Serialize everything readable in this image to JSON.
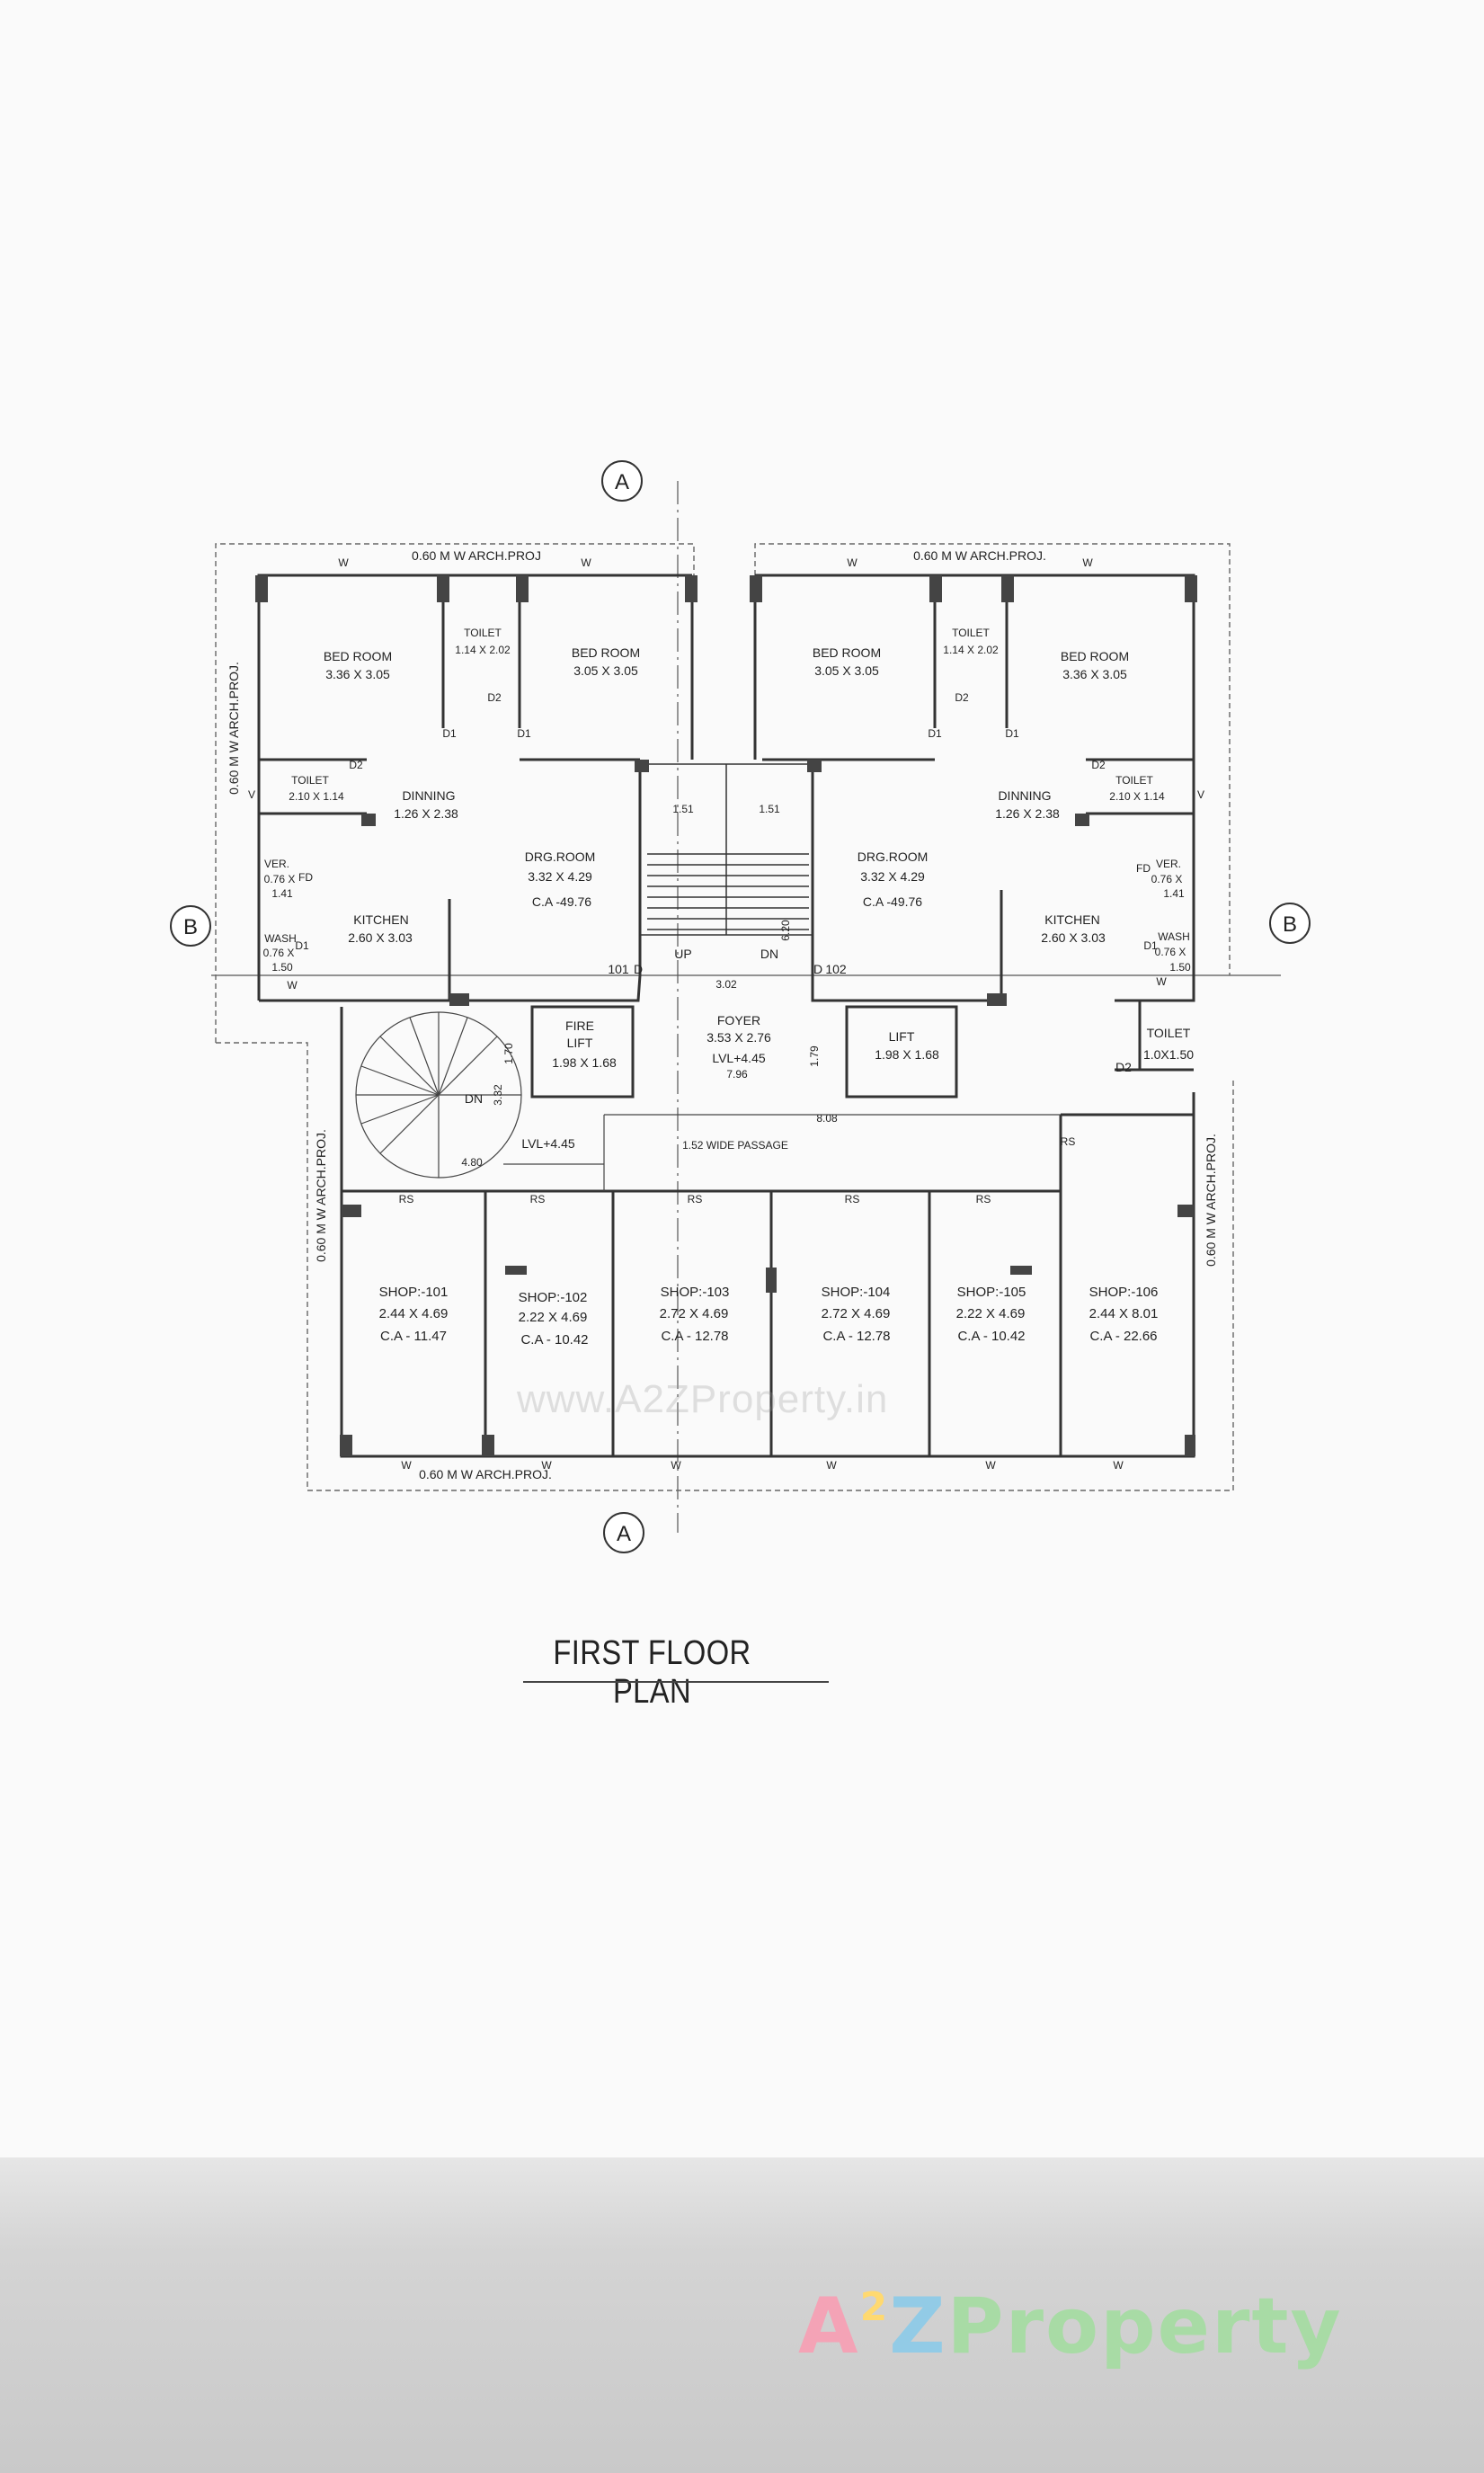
{
  "markers": {
    "section_a": "A",
    "section_b": "B"
  },
  "projections": {
    "top_left": "0.60 M W ARCH.PROJ",
    "top_right": "0.60 M W ARCH.PROJ.",
    "left_upper": "0.60 M W ARCH.PROJ.",
    "left_lower": "0.60 M W ARCH.PROJ.",
    "right_lower": "0.60 M W ARCH.PROJ.",
    "bottom": "0.60 M W ARCH.PROJ."
  },
  "flat_101": {
    "bed1_name": "BED ROOM",
    "bed1_size": "3.36 X 3.05",
    "toilet1_name": "TOILET",
    "toilet1_size": "1.14 X 2.02",
    "bed2_name": "BED ROOM",
    "bed2_size": "3.05 X 3.05",
    "toilet2_name": "TOILET",
    "toilet2_size": "2.10 X 1.14",
    "dining_name": "DINNING",
    "dining_size": "1.26 X 2.38",
    "drg_name": "DRG.ROOM",
    "drg_size": "3.32 X 4.29",
    "drg_ca": "C.A -49.76",
    "ver_name": "VER.",
    "ver_size1": "0.76 X",
    "ver_size2": "1.41",
    "kitchen_name": "KITCHEN",
    "kitchen_size": "2.60 X 3.03",
    "wash_name": "WASH",
    "wash_size1": "0.76 X",
    "wash_size2": "1.50",
    "flat_no": "101"
  },
  "flat_102": {
    "bed1_name": "BED ROOM",
    "bed1_size": "3.05 X 3.05",
    "toilet1_name": "TOILET",
    "toilet1_size": "1.14 X 2.02",
    "bed2_name": "BED ROOM",
    "bed2_size": "3.36 X 3.05",
    "toilet2_name": "TOILET",
    "toilet2_size": "2.10 X 1.14",
    "dining_name": "DINNING",
    "dining_size": "1.26 X 2.38",
    "drg_name": "DRG.ROOM",
    "drg_size": "3.32 X 4.29",
    "drg_ca": "C.A -49.76",
    "ver_name": "VER.",
    "ver_size1": "0.76 X",
    "ver_size2": "1.41",
    "kitchen_name": "KITCHEN",
    "kitchen_size": "2.60 X 3.03",
    "wash_name": "WASH",
    "wash_size1": "0.76 X",
    "wash_size2": "1.50",
    "flat_no": "102"
  },
  "core": {
    "stair_w1": "1.51",
    "stair_w2": "1.51",
    "stair_len": "6.20",
    "up": "UP",
    "dn": "DN",
    "width": "3.02",
    "foyer_name": "FOYER",
    "foyer_size": "3.53 X 2.76",
    "foyer_lvl": "LVL+4.45",
    "foyer_width": "7.96",
    "fire_lift_1": "FIRE",
    "fire_lift_2": "LIFT",
    "fire_lift_size": "1.98 X 1.68",
    "lift_name": "LIFT",
    "lift_size": "1.98 X 1.68",
    "dim_179": "1.79",
    "dim_170": "1.70",
    "toilet_name": "TOILET",
    "toilet_size": "1.0X1.50",
    "spiral_dn": "DN",
    "dim_332": "3.32",
    "lvl": "LVL+4.45",
    "dim_480": "4.80",
    "passage": "1.52  WIDE PASSAGE",
    "dim_808": "8.08",
    "rs": "RS"
  },
  "shops": [
    {
      "name": "SHOP:-101",
      "size": "2.44 X 4.69",
      "ca": "C.A - 11.47"
    },
    {
      "name": "SHOP:-102",
      "size": "2.22 X 4.69",
      "ca": "C.A - 10.42"
    },
    {
      "name": "SHOP:-103",
      "size": "2.72 X 4.69",
      "ca": "C.A - 12.78"
    },
    {
      "name": "SHOP:-104",
      "size": "2.72 X 4.69",
      "ca": "C.A - 12.78"
    },
    {
      "name": "SHOP:-105",
      "size": "2.22 X 4.69",
      "ca": "C.A - 10.42"
    },
    {
      "name": "SHOP:-106",
      "size": "2.44 X 8.01",
      "ca": "C.A - 22.66"
    }
  ],
  "symbols": {
    "w": "W",
    "v": "V",
    "d1": "D1",
    "d2": "D2",
    "d": "D",
    "fd": "FD",
    "rs": "RS"
  },
  "title": "FIRST FLOOR PLAN",
  "watermark": "www.A2ZProperty.in",
  "logo": {
    "a": "A",
    "two": "2",
    "z": "Z",
    "rest": "Property"
  }
}
